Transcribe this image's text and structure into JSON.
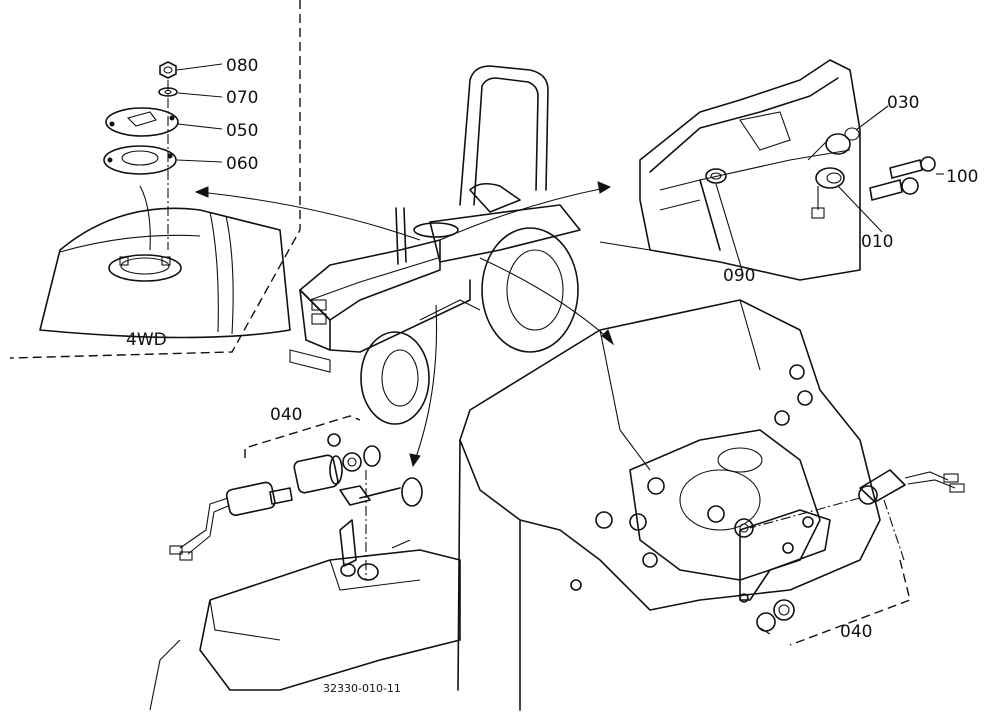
{
  "diagram": {
    "drawing_number": "32330-010-11",
    "inset_label": "4WD",
    "callouts": {
      "c080": "080",
      "c070": "070",
      "c050": "050",
      "c060": "060",
      "c030": "030",
      "c100": "100",
      "c010": "010",
      "c090": "090",
      "c040_left": "040",
      "c040_right": "040"
    }
  }
}
